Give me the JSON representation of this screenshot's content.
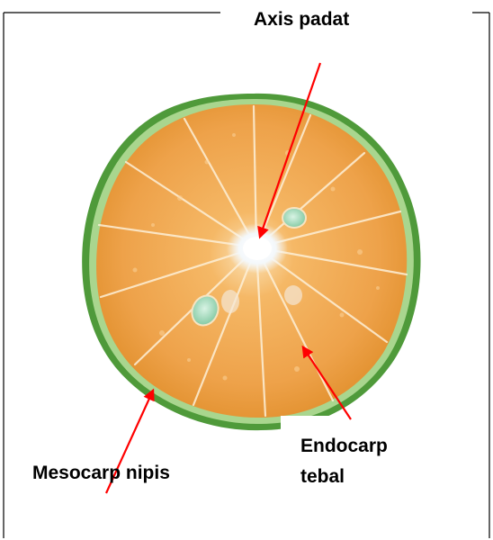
{
  "labels": {
    "axis": "Axis padat",
    "endocarp_line1": "Endocarp",
    "endocarp_line2": "tebal",
    "mesocarp": "Mesocarp nipis"
  },
  "colors": {
    "arrow": "#ff0000",
    "rind": "#4f9a3a",
    "rind_light": "#a9d68e",
    "flesh": "#eea24a",
    "flesh_dark": "#d9822a",
    "core": "#ffffff",
    "seed": "#a8e0c0",
    "frame": "#000000"
  }
}
